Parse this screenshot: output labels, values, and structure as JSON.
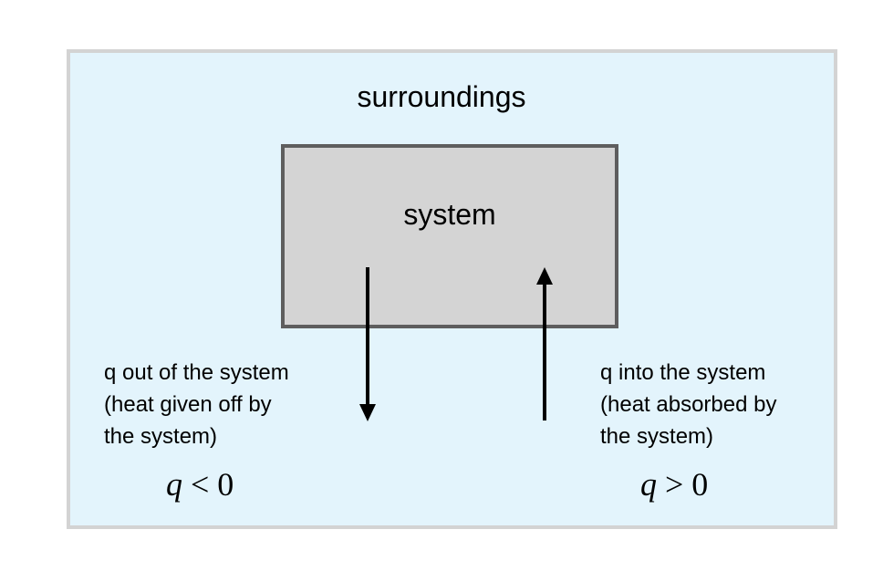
{
  "diagram": {
    "surroundings_label": "surroundings",
    "system_label": "system",
    "heat_out": {
      "lines": [
        "q out of the system",
        "(heat given off by",
        "the system)"
      ],
      "math_var": "q",
      "math_rel": " < 0",
      "arrow_direction": "down"
    },
    "heat_in": {
      "lines": [
        "q into the system",
        "(heat absorbed by",
        "the system)"
      ],
      "math_var": "q",
      "math_rel": " > 0",
      "arrow_direction": "up"
    },
    "colors": {
      "surroundings_fill": "#e3f4fc",
      "surroundings_border": "#d3d3d3",
      "system_fill": "#d4d4d4",
      "system_border": "#5e5e5e",
      "arrow": "#000000"
    }
  }
}
